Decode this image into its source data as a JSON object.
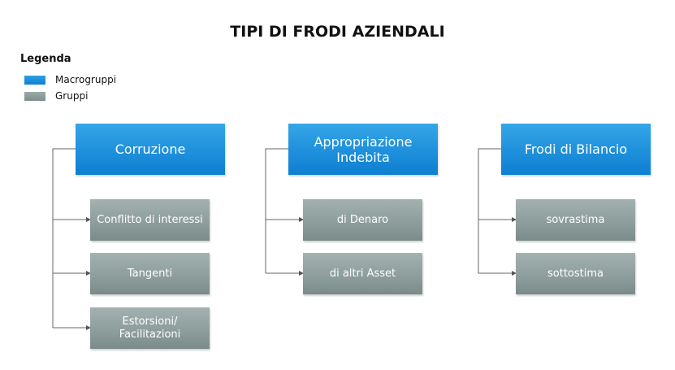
{
  "title": "TIPI DI FRODI AZIENDALI",
  "legend": {
    "title": "Legenda",
    "items": [
      {
        "label": "Macrogruppi",
        "color": "#1e90dc"
      },
      {
        "label": "Gruppi",
        "color": "#8c9c9a"
      }
    ]
  },
  "macrogroups": [
    {
      "label": "Corruzione",
      "groups": [
        "Conflitto di interessi",
        "Tangenti",
        "Estorsioni/ Facilitazioni"
      ]
    },
    {
      "label": "Appropriazione Indebita",
      "groups": [
        "di Denaro",
        "di altri Asset"
      ]
    },
    {
      "label": "Frodi di Bilancio",
      "groups": [
        "sovrastima",
        "sottostima"
      ]
    }
  ]
}
